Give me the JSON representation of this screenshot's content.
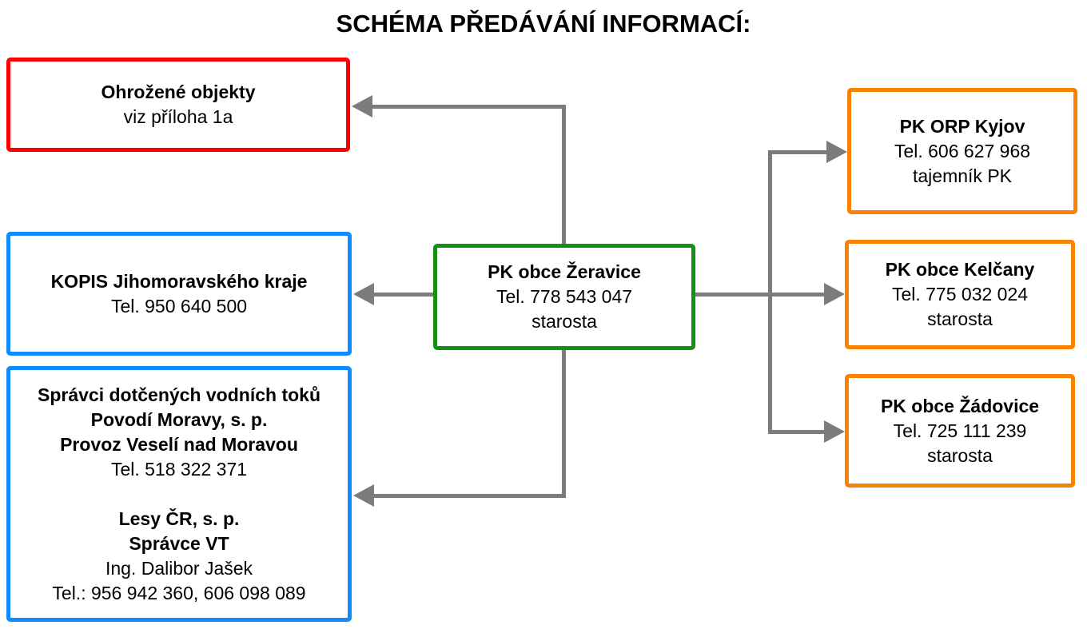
{
  "title": "SCHÉMA PŘEDÁVÁNÍ INFORMACÍ:",
  "colors": {
    "red": "#fe0000",
    "blue": "#0d8bff",
    "green": "#149114",
    "orange": "#fb8200",
    "connector": "#7c7c7c",
    "text": "#000000"
  },
  "nodes": {
    "threatened_objects": {
      "lines": [
        "Ohrožené objekty",
        "viz příloha 1a"
      ]
    },
    "kopis": {
      "lines": [
        "KOPIS Jihomoravského kraje",
        "Tel. 950 640 500"
      ]
    },
    "water_managers": {
      "lines": [
        "Správci dotčených vodních toků",
        "Povodí Moravy, s. p.",
        "Provoz Veselí nad Moravou",
        "Tel. 518 322 371",
        "",
        "Lesy ČR, s. p.",
        "Správce VT",
        "Ing. Dalibor Jašek",
        "Tel.: 956 942 360, 606 098 089"
      ]
    },
    "pk_zeravice": {
      "lines": [
        "PK obce Žeravice",
        "Tel. 778 543 047",
        "starosta"
      ]
    },
    "pk_orp_kyjov": {
      "lines": [
        "PK ORP Kyjov",
        "Tel. 606 627 968",
        "tajemník PK"
      ]
    },
    "pk_kelcany": {
      "lines": [
        "PK obce Kelčany",
        "Tel. 775 032 024",
        "starosta"
      ]
    },
    "pk_zadovice": {
      "lines": [
        "PK obce Žádovice",
        "Tel. 725 111 239",
        "starosta"
      ]
    }
  }
}
